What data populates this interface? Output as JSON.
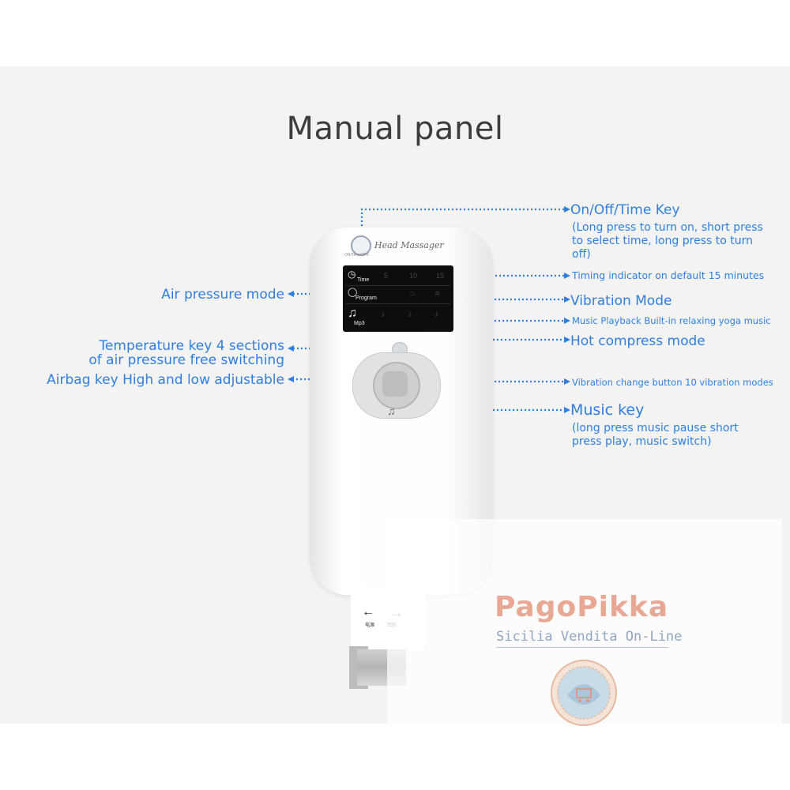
{
  "title": "Manual panel",
  "accent_color": "#2f7fe0",
  "labels": {
    "on_off_time": "On/Off/Time Key",
    "on_off_time_desc_1": "(Long press to turn on, short press",
    "on_off_time_desc_2": "to select time, long press to turn",
    "on_off_time_desc_3": "off)",
    "timing_indicator": "Timing indicator on default 15 minutes",
    "air_pressure": "Air pressure mode",
    "vibration_mode": "Vibration Mode",
    "music_playback": "Music Playback Built-in relaxing yoga music",
    "temperature_1": "Temperature key 4 sections",
    "temperature_2": "of air pressure free switching",
    "hot_compress": "Hot compress mode",
    "airbag": "Airbag key High and low adjustable",
    "vibration_change": "Vibration change button 10 vibration modes",
    "music_key": "Music key",
    "music_key_desc_1": "(long press music pause short",
    "music_key_desc_2": "press play, music switch)"
  },
  "device": {
    "brand": "Head Massager",
    "brand_sub": "ON/Time/OFF",
    "screen": {
      "row1_label": "Time",
      "row1_values": [
        "5",
        "10",
        "15"
      ],
      "row2_label": "Program",
      "row3_label": "Mp3"
    },
    "connector_left": "电源",
    "connector_right": "耳机"
  },
  "watermark": {
    "name": "PagoPikka",
    "tagline": "Sicilia Vendita On-Line"
  }
}
